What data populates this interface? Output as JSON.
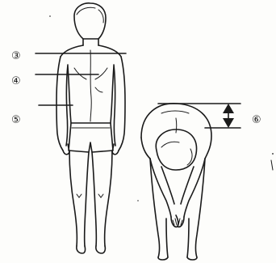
{
  "figure": {
    "markers": [
      {
        "id": "marker-3",
        "label": "③"
      },
      {
        "id": "marker-4",
        "label": "④"
      },
      {
        "id": "marker-5",
        "label": "⑤"
      },
      {
        "id": "marker-6",
        "label": "⑥"
      }
    ]
  }
}
